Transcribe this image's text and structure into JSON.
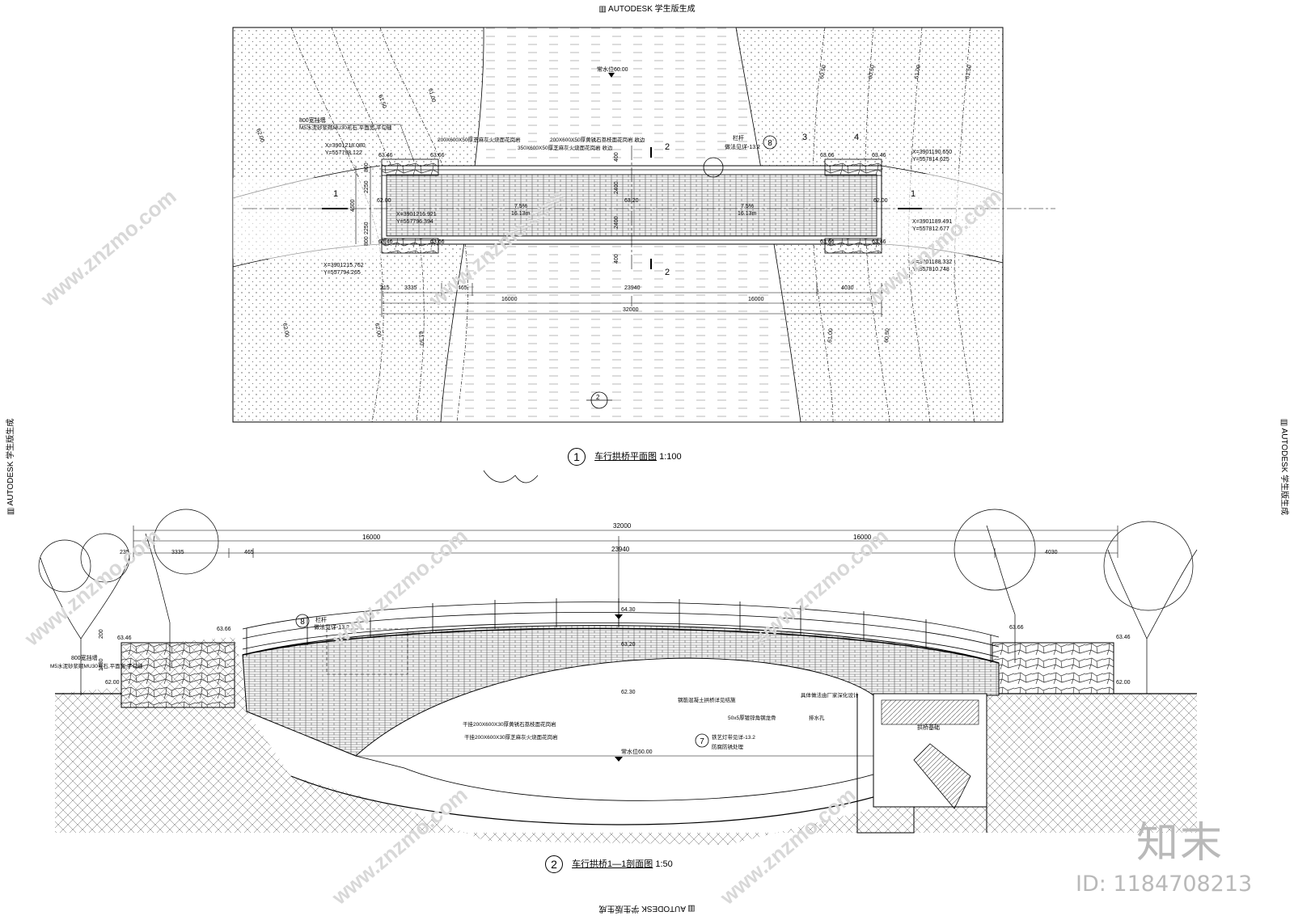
{
  "watermarks": {
    "autodesk": "AUTODESK 学生版生成",
    "znzmo": "www.znzmo.com",
    "brand": "知末",
    "id": "ID: 1184708213"
  },
  "plan": {
    "caption_num": "1",
    "caption_title": "车行拱桥平面图",
    "caption_scale": "1:100",
    "water_level": "常水位60.00",
    "section_mark_1": "1",
    "section_mark_2": "2",
    "mark_3": "3",
    "mark_4": "4",
    "detail_mark": "8",
    "rail_label": "栏杆",
    "rail_ref": "做法见详-13.2",
    "notes": [
      "800宽挡墙",
      "M5水泥砂浆砌MU30毛石,平面宽,平勾缝",
      "200X600X50厚芝麻灰火烧面花岗岩",
      "200X600X50厚黄锈石荔枝面花岗岩 收边",
      "350X600X50厚芝麻灰火烧面花岗岩 收边"
    ],
    "elev": [
      "63.46",
      "63.66",
      "63.66",
      "63.46",
      "62.00",
      "62.00",
      "63.46",
      "63.66",
      "63.66",
      "63.46",
      "63.20"
    ],
    "coords": [
      "X=3901218.080",
      "Y=557798.122",
      "X=3901216.921",
      "Y=557796.394",
      "X=3901215.762",
      "Y=557794.265",
      "X=3901190.650",
      "Y=557814.625",
      "X=3901189.491",
      "Y=557812.677",
      "X=3901188.332",
      "Y=557810.748"
    ],
    "dims": [
      "215",
      "3335",
      "465",
      "23940",
      "4030",
      "16000",
      "16000",
      "32000",
      "2250",
      "2250",
      "4500",
      "800",
      "800",
      "400",
      "400",
      "2400",
      "2400"
    ],
    "slope": [
      "7.5%",
      "16.13m",
      "7.5%",
      "16.13m"
    ],
    "contours": [
      "62.00",
      "61.50",
      "61.00",
      "60.50",
      "60.50",
      "61.00",
      "61.50",
      "62.00",
      "62.00",
      "61.50",
      "61.00",
      "60.50"
    ]
  },
  "section": {
    "caption_num": "2",
    "caption_title": "车行拱桥1—1剖面图",
    "caption_scale": "1:50",
    "dims": [
      "32000",
      "16000",
      "16000",
      "235",
      "3335",
      "465",
      "23940",
      "4030"
    ],
    "elev": [
      "64.30",
      "63.20",
      "62.30",
      "63.66",
      "63.46",
      "62.00",
      "63.66",
      "63.46",
      "62.00"
    ],
    "water_level": "常水位60.00",
    "wall_h": [
      "200",
      "1480"
    ],
    "detail_8": "8",
    "detail_7": "7",
    "rail_label": "栏杆",
    "rail_ref": "做法见详-13.2",
    "notes": [
      "800宽挡墙",
      "M5水泥砂浆砌MU30毛石,平面宽,平勾缝",
      "干挂200X600X30厚黄锈石荔枝面花岗岩",
      "干挂200X600X30厚芝麻灰火烧面花岗岩",
      "钢筋混凝土拱桥详见结施",
      "50x5厚镀锌角钢龙骨",
      "防腐防锈处理",
      "排水孔",
      "拱桥基础",
      "铁艺灯带见详-13.2",
      "具体做法由厂家深化设计"
    ]
  }
}
